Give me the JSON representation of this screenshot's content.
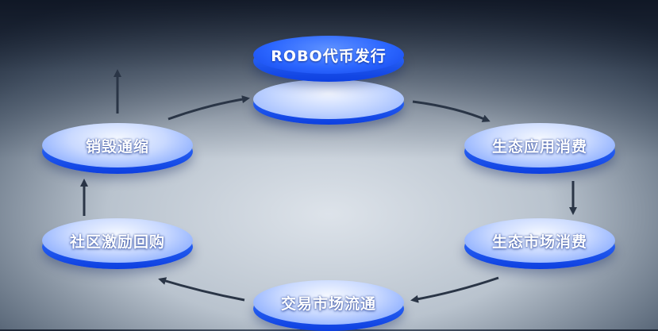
{
  "diagram": {
    "nodes": {
      "issue": "ROBO代币发行",
      "eco_app": "生态应用消费",
      "eco_market": "生态市场消费",
      "trade": "交易市场流通",
      "community": "社区激励回购",
      "burn": "销毁通缩"
    }
  },
  "colors": {
    "disk_blue": "#1f5bff",
    "disk_light": "#c9d9ff",
    "arrow": "#2a3546"
  }
}
